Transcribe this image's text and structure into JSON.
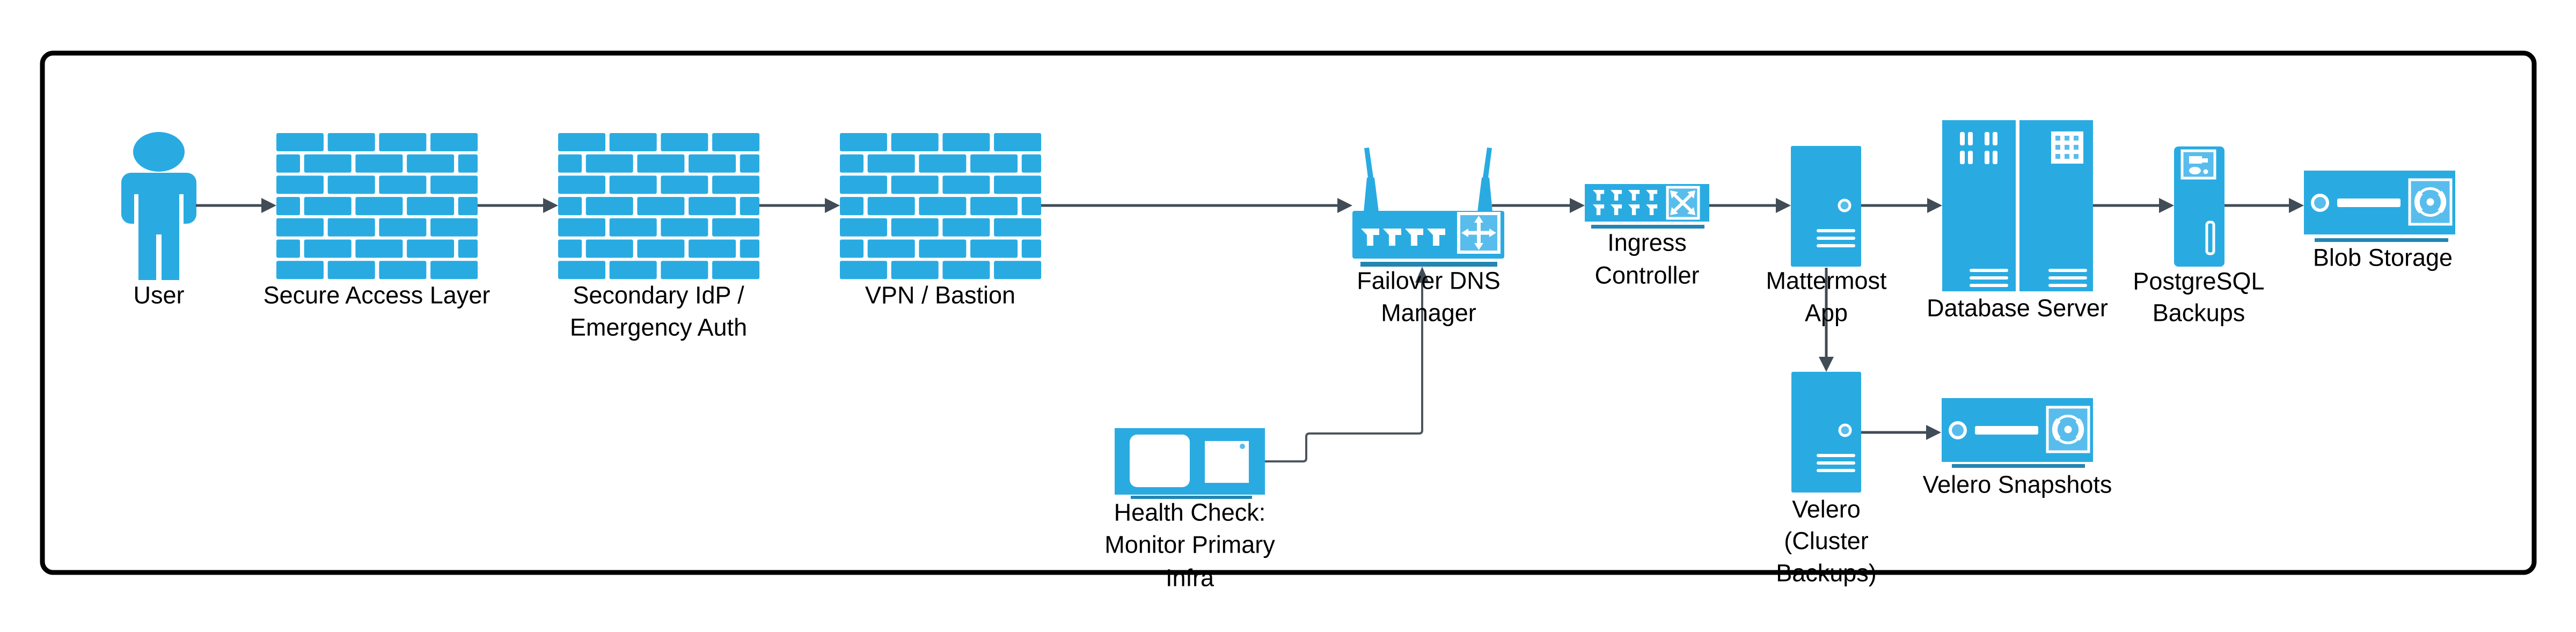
{
  "diagram": {
    "type": "architecture-flow",
    "background": "#ffffff",
    "colors": {
      "primary_blue": "#29ABE2",
      "light_blue": "#58BDEC",
      "underline_blue": "#2386B2",
      "arrow_gray": "#414C56",
      "connector_gray": "#4D565E",
      "text": "#000000",
      "border": "#000000"
    },
    "nodes": [
      {
        "id": "user",
        "icon": "person-icon",
        "lines": [
          "User"
        ]
      },
      {
        "id": "secure-access-layer",
        "icon": "firewall-icon",
        "lines": [
          "Secure Access Layer"
        ]
      },
      {
        "id": "secondary-idp",
        "icon": "firewall-icon",
        "lines": [
          "Secondary IdP /",
          "Emergency Auth"
        ]
      },
      {
        "id": "vpn-bastion",
        "icon": "firewall-icon",
        "lines": [
          "VPN / Bastion"
        ]
      },
      {
        "id": "failover-dns-manager",
        "icon": "wireless-router-icon",
        "lines": [
          "Failover DNS",
          "Manager"
        ]
      },
      {
        "id": "ingress-controller",
        "icon": "switch-icon",
        "lines": [
          "Ingress",
          "Controller"
        ]
      },
      {
        "id": "mattermost-app",
        "icon": "server-tower-icon",
        "lines": [
          "Mattermost",
          "App"
        ]
      },
      {
        "id": "database-server",
        "icon": "server-rack-pair-icon",
        "lines": [
          "Database Server"
        ]
      },
      {
        "id": "postgresql-backups",
        "icon": "backup-tower-icon",
        "lines": [
          "PostgreSQL",
          "Backups"
        ]
      },
      {
        "id": "blob-storage",
        "icon": "storage-unit-icon",
        "lines": [
          "Blob Storage"
        ]
      },
      {
        "id": "health-check",
        "icon": "workstation-icon",
        "lines": [
          "Health Check:",
          "Monitor Primary",
          "Infra"
        ]
      },
      {
        "id": "velero",
        "icon": "server-tower-icon",
        "lines": [
          "Velero",
          "(Cluster",
          "Backups)"
        ]
      },
      {
        "id": "velero-snapshots",
        "icon": "storage-unit-icon",
        "lines": [
          "Velero Snapshots"
        ]
      }
    ],
    "connections": [
      {
        "from": "user",
        "to": "secure-access-layer"
      },
      {
        "from": "secure-access-layer",
        "to": "secondary-idp"
      },
      {
        "from": "secondary-idp",
        "to": "vpn-bastion"
      },
      {
        "from": "vpn-bastion",
        "to": "failover-dns-manager"
      },
      {
        "from": "failover-dns-manager",
        "to": "ingress-controller"
      },
      {
        "from": "ingress-controller",
        "to": "mattermost-app"
      },
      {
        "from": "mattermost-app",
        "to": "database-server"
      },
      {
        "from": "database-server",
        "to": "postgresql-backups"
      },
      {
        "from": "postgresql-backups",
        "to": "blob-storage"
      },
      {
        "from": "mattermost-app",
        "to": "velero"
      },
      {
        "from": "velero",
        "to": "velero-snapshots"
      },
      {
        "from": "health-check",
        "to": "failover-dns-manager"
      }
    ]
  }
}
